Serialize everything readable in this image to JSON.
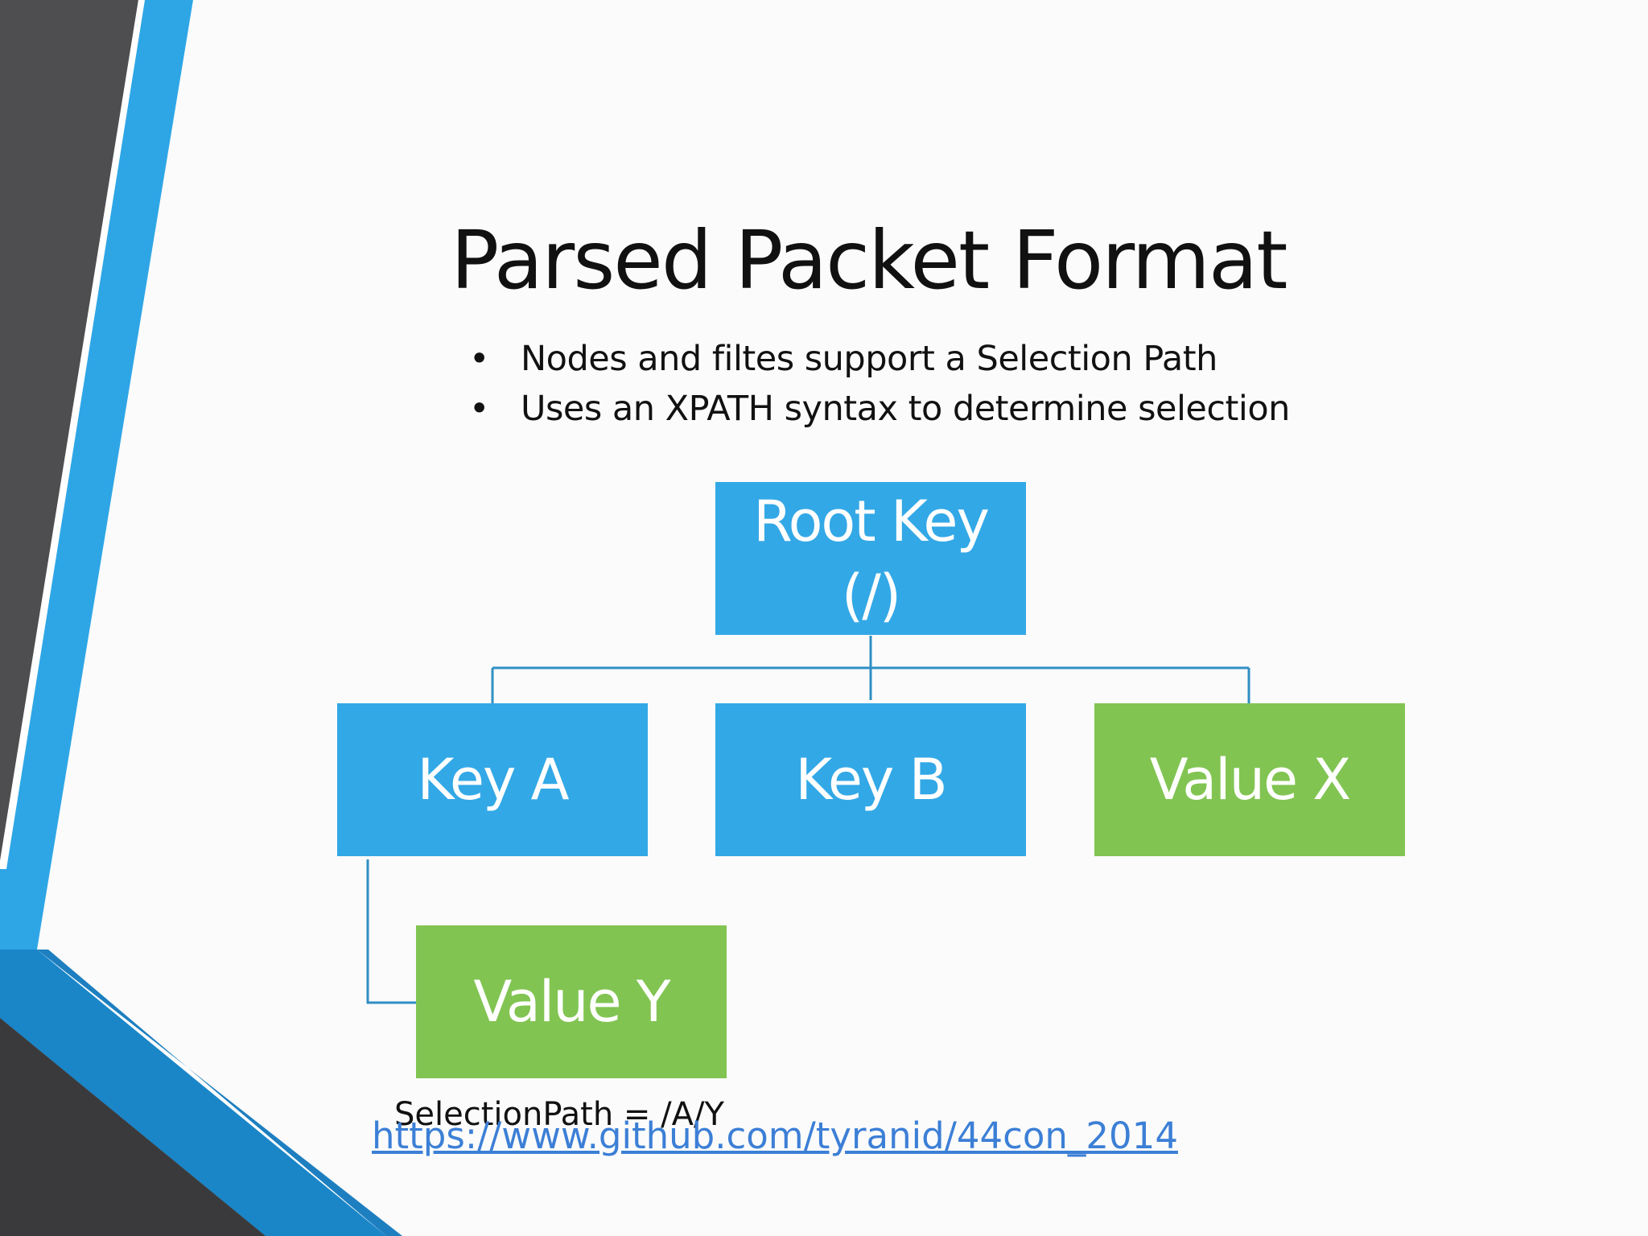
{
  "slide": {
    "title": "Parsed Packet Format",
    "bullets": [
      "Nodes and filtes support a Selection Path",
      "Uses an XPATH syntax to determine selection"
    ],
    "bullet_symbol": "•"
  },
  "tree": {
    "root": {
      "line1": "Root Key",
      "line2": "(/)"
    },
    "key_a": "Key A",
    "key_b": "Key B",
    "value_x": "Value X",
    "value_y": "Value Y"
  },
  "caption": "SelectionPath = /A/Y",
  "link": "https://www.github.com/tyranid/44con_2014",
  "colors": {
    "key_node": "#33a8e6",
    "value_node": "#81c452",
    "connector": "#2f8fc4",
    "accent_blue": "#2ea6e6",
    "accent_dark": "#4a4a4a",
    "link": "#3c7fd6"
  }
}
